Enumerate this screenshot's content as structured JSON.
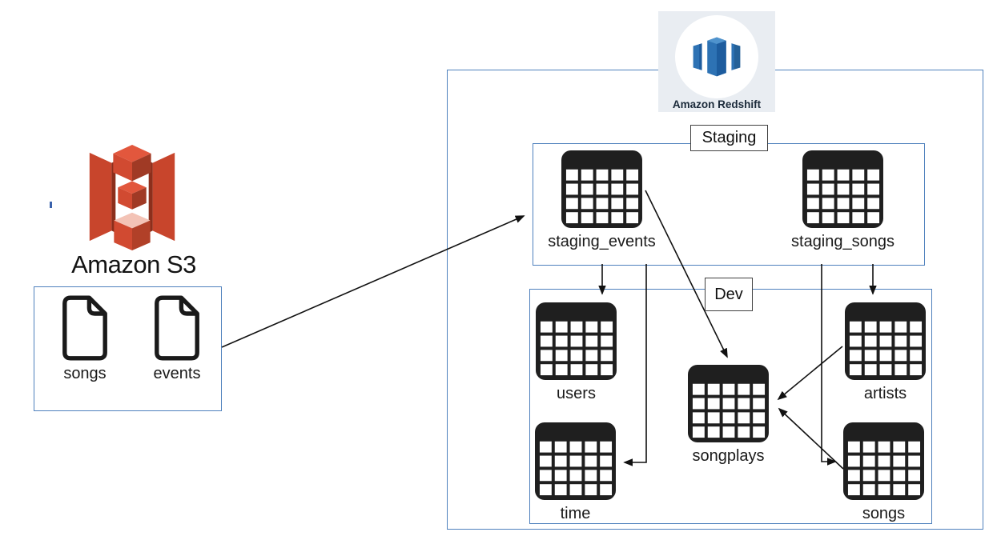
{
  "colors": {
    "box_border": "#4f81bd",
    "label_border": "#404040",
    "arrow": "#111111",
    "table_icon": "#1f1f1f",
    "s3_red": "#d0492f",
    "redshift_blue": "#2d72b4",
    "redshift_card_bg": "#e9edf2"
  },
  "s3": {
    "title": "Amazon S3",
    "files": [
      {
        "label": "songs"
      },
      {
        "label": "events"
      }
    ]
  },
  "redshift": {
    "logo_label": "Amazon Redshift",
    "staging": {
      "label": "Staging",
      "tables": [
        {
          "name": "staging_events"
        },
        {
          "name": "staging_songs"
        }
      ]
    },
    "dev": {
      "label": "Dev",
      "tables": [
        {
          "name": "users"
        },
        {
          "name": "artists"
        },
        {
          "name": "songplays"
        },
        {
          "name": "time"
        },
        {
          "name": "songs"
        }
      ]
    }
  },
  "edges": [
    {
      "from": "s3-files",
      "to": "staging"
    },
    {
      "from": "staging_events",
      "to": "users"
    },
    {
      "from": "staging_events",
      "to": "songplays"
    },
    {
      "from": "staging_events",
      "to": "time"
    },
    {
      "from": "staging_songs",
      "to": "artists"
    },
    {
      "from": "staging_songs",
      "to": "songs"
    },
    {
      "from": "artists",
      "to": "songplays"
    },
    {
      "from": "songs",
      "to": "songplays"
    }
  ]
}
